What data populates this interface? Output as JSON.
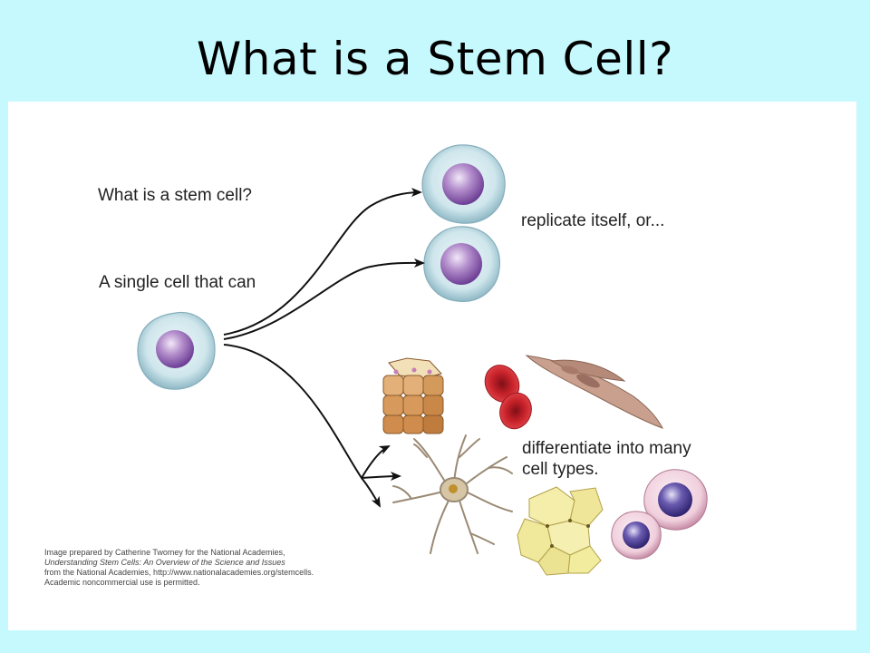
{
  "slide": {
    "title": "What is a Stem Cell?"
  },
  "diagram": {
    "question": "What is a stem cell?",
    "intro": "A single cell that can",
    "branch_replicate": "replicate itself, or...",
    "branch_differentiate_line1": "differentiate into many",
    "branch_differentiate_line2": "cell types."
  },
  "credit": {
    "line1": "Image prepared by Catherine Twomey for the National Academies,",
    "line2": "Understanding Stem Cells: An Overview of the Science and Issues",
    "line3": "from the National Academies, http://www.nationalacademies.org/stemcells.",
    "line4": "Academic noncommercial use is permitted."
  },
  "colors": {
    "background": "#c6f9fd",
    "stem_cell_body": "#cfe6ec",
    "nucleus": "#9a6fb8",
    "red_blood_cell": "#c8222a",
    "muscle_cell": "#c9a08e",
    "epithelial_cell": "#d79a5c",
    "fat_cell": "#f0e99c",
    "lymphocyte_body": "#f3d7e3",
    "lymphocyte_nucleus": "#5b4a9e"
  }
}
